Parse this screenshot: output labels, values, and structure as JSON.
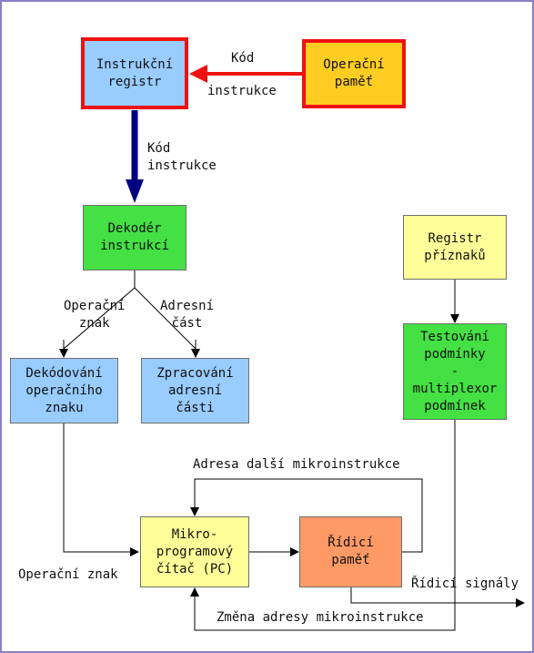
{
  "colors": {
    "blue": "#99ccff",
    "orange": "#ffcc22",
    "green": "#44e044",
    "yellow": "#ffff99",
    "salmon": "#ff9966",
    "red": "#ee1111",
    "navy": "#000080",
    "frame": "#8a7ec8"
  },
  "boxes": {
    "instruction_register": "Instrukční\nregistr",
    "operation_memory": "Operační\npaměť",
    "instruction_decoder": "Dekodér\ninstrukcí",
    "flag_register": "Registr\npříznaků",
    "condition_test": "Testování\npodmínky\n-\nmultiplexor\npodmínek",
    "opcode_decoding": "Dekódování\noperačního\nznaku",
    "address_processing": "Zpracování\nadresní\nčásti",
    "microprogram_counter": "Mikro-\nprogramový\nčítač (PC)",
    "control_memory": "Řídicí\npaměť"
  },
  "labels": {
    "code_word": "Kód",
    "instruction_word": "instrukce",
    "instruction_code": "Kód\ninstrukce",
    "opcode": "Operační\nznak",
    "address_part": "Adresní\nčást",
    "next_microinstruction_address": "Adresa další mikroinstrukce",
    "opcode_input": "Operační znak",
    "control_signals": "Řídicí signály",
    "address_change": "Změna adresy mikroinstrukce"
  }
}
